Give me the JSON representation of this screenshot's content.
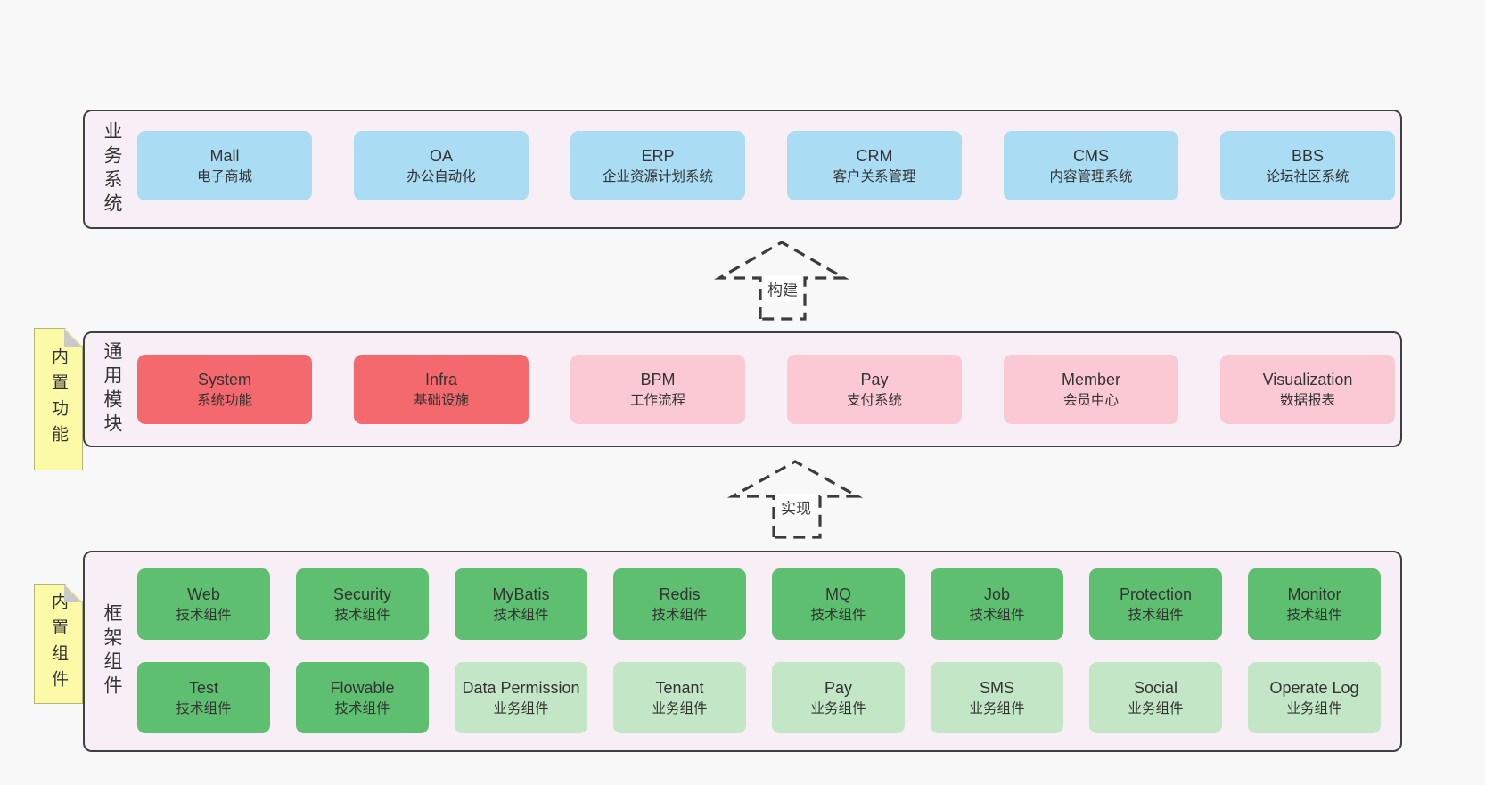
{
  "colors": {
    "page_bg": "#f8f8f8",
    "panel_bg": "#f8eef6",
    "panel_border": "#404040",
    "blue_node": "#aadcf3",
    "red_node": "#f4696d",
    "pink_node": "#fac9d3",
    "green_node": "#5fbf70",
    "lightgreen_node": "#c3e7c6",
    "sticky_bg": "#fdfaa7",
    "sticky_fold": "#c9c9c9",
    "text": "#333333"
  },
  "sections": {
    "business": {
      "label": "业务系统",
      "items": [
        {
          "en": "Mall",
          "zh": "电子商城",
          "color": "blue"
        },
        {
          "en": "OA",
          "zh": "办公自动化",
          "color": "blue"
        },
        {
          "en": "ERP",
          "zh": "企业资源计划系统",
          "color": "blue"
        },
        {
          "en": "CRM",
          "zh": "客户关系管理",
          "color": "blue"
        },
        {
          "en": "CMS",
          "zh": "内容管理系统",
          "color": "blue"
        },
        {
          "en": "BBS",
          "zh": "论坛社区系统",
          "color": "blue"
        }
      ]
    },
    "arrow_build": {
      "label": "构建"
    },
    "modules": {
      "label": "通用模块",
      "sticky": "内置功能",
      "items": [
        {
          "en": "System",
          "zh": "系统功能",
          "color": "red"
        },
        {
          "en": "Infra",
          "zh": "基础设施",
          "color": "red"
        },
        {
          "en": "BPM",
          "zh": "工作流程",
          "color": "pink"
        },
        {
          "en": "Pay",
          "zh": "支付系统",
          "color": "pink"
        },
        {
          "en": "Member",
          "zh": "会员中心",
          "color": "pink"
        },
        {
          "en": "Visualization",
          "zh": "数据报表",
          "color": "pink"
        }
      ]
    },
    "arrow_implement": {
      "label": "实现"
    },
    "components": {
      "label": "框架组件",
      "sticky": "内置组件",
      "rows": [
        [
          {
            "en": "Web",
            "zh": "技术组件",
            "color": "green"
          },
          {
            "en": "Security",
            "zh": "技术组件",
            "color": "green"
          },
          {
            "en": "MyBatis",
            "zh": "技术组件",
            "color": "green"
          },
          {
            "en": "Redis",
            "zh": "技术组件",
            "color": "green"
          },
          {
            "en": "MQ",
            "zh": "技术组件",
            "color": "green"
          },
          {
            "en": "Job",
            "zh": "技术组件",
            "color": "green"
          },
          {
            "en": "Protection",
            "zh": "技术组件",
            "color": "green"
          },
          {
            "en": "Monitor",
            "zh": "技术组件",
            "color": "green"
          }
        ],
        [
          {
            "en": "Test",
            "zh": "技术组件",
            "color": "green"
          },
          {
            "en": "Flowable",
            "zh": "技术组件",
            "color": "green"
          },
          {
            "en": "Data Permission",
            "zh": "业务组件",
            "color": "lightgreen"
          },
          {
            "en": "Tenant",
            "zh": "业务组件",
            "color": "lightgreen"
          },
          {
            "en": "Pay",
            "zh": "业务组件",
            "color": "lightgreen"
          },
          {
            "en": "SMS",
            "zh": "业务组件",
            "color": "lightgreen"
          },
          {
            "en": "Social",
            "zh": "业务组件",
            "color": "lightgreen"
          },
          {
            "en": "Operate Log",
            "zh": "业务组件",
            "color": "lightgreen"
          }
        ]
      ]
    }
  }
}
